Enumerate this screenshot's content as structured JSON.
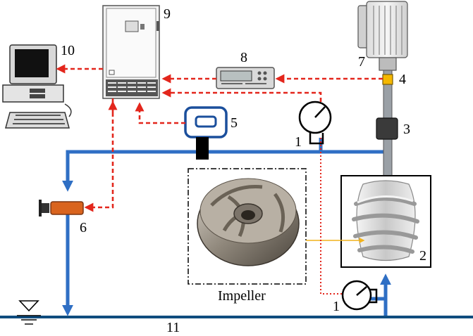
{
  "labels": {
    "n1_top": "1",
    "n1_bottom": "1",
    "n2": "2",
    "n3": "3",
    "n4": "4",
    "n5": "5",
    "n6": "6",
    "n7": "7",
    "n8": "8",
    "n9": "9",
    "n10": "10",
    "n11": "11",
    "impeller": "Impeller"
  },
  "colors": {
    "water_pipe": "#2f6fc4",
    "signal_line": "#e3261c",
    "water_surface": "#0f4c7e",
    "shaft": "#9aa0a6",
    "valve": "#d9641e",
    "coupling": "#f5b800",
    "arrow_yellow": "#f2b21b"
  }
}
